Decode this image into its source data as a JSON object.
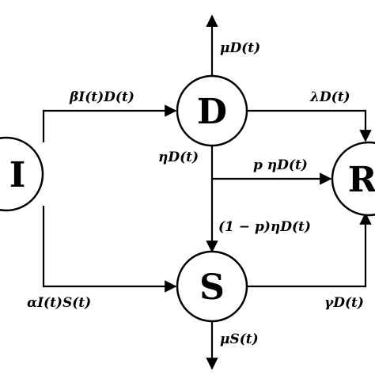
{
  "nodes": {
    "I": "I",
    "D": "D",
    "S": "S",
    "R": "R"
  },
  "rates": {
    "infection_to_d": "βI(t)D(t)",
    "d_death": "μD(t)",
    "d_to_r": "λD(t)",
    "d_out": "ηD(t)",
    "d_to_r_partial": "p ηD(t)",
    "d_to_s": "(1 − p)ηD(t)",
    "infection_to_s": "αI(t)S(t)",
    "s_death": "μS(t)",
    "s_to_r": "γD(t)"
  },
  "colors": {
    "line": "#000000",
    "background": "#ffffff"
  }
}
